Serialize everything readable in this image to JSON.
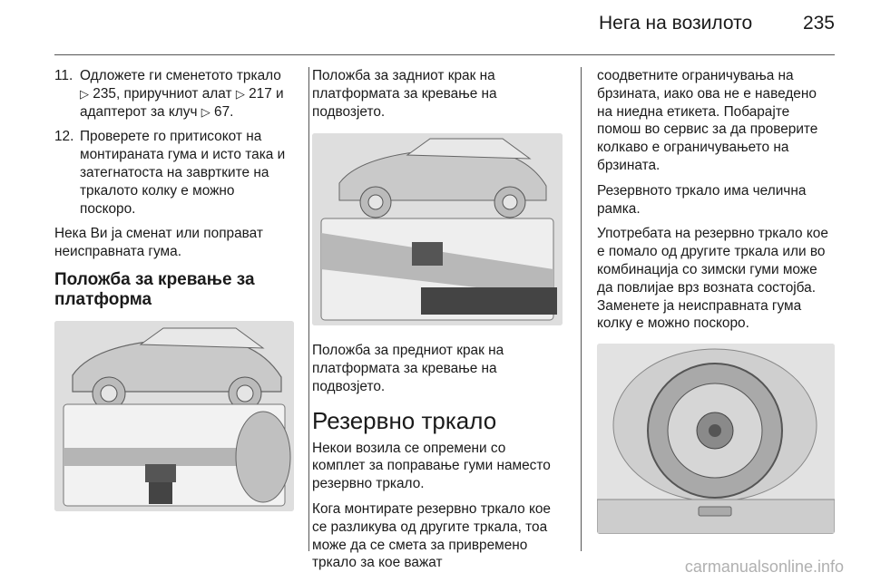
{
  "header": {
    "title": "Нега на возилото",
    "page_number": "235"
  },
  "col1": {
    "item11": {
      "num": "11.",
      "text1": "Одложете ги сменетото тркало",
      "ref1_arrow": "▷",
      "text2": " 235, приручниот алат ",
      "ref2_arrow": "▷",
      "text3": " 217 и адаптерот за клуч ",
      "ref3_arrow": "▷",
      "text4": " 67."
    },
    "item12": {
      "num": "12.",
      "text": "Проверете го притисокот на монтираната гума и исто така и затегнатоста на завртките на тркалото колку е можно поскоро."
    },
    "para": "Нека Ви ја сменат или поправат неисправната гума.",
    "section_title": "Положба за кревање за платформа"
  },
  "col2": {
    "caption1": "Положба за задниот крак на платформата за кревање на подвозјето.",
    "caption2": "Положба за предниот крак на платформата за кревање на подвозјето.",
    "title": "Резервно тркало",
    "para1": "Некои возила се опремени со комплет за поправање гуми наместо резервно тркало.",
    "para2": "Кога монтирате резервно тркало кое се разликува од другите тркала, тоа може да се смета за привремено тркало за кое важат"
  },
  "col3": {
    "para1": "соодветните ограничувања на брзината, иако ова не е наведено на ниедна етикета. Побарајте помош во сервис за да проверите колкаво е ограничувањето на брзината.",
    "para2": "Резервното тркало има челична рамка.",
    "para3": "Употребата на резервно тркало кое е помало од другите тркала или во комбинација со зимски гуми може да повлијае врз возната состојба. Заменете ја неисправната гума колку е можно поскоро."
  },
  "watermark": "carmanualsonline.info"
}
